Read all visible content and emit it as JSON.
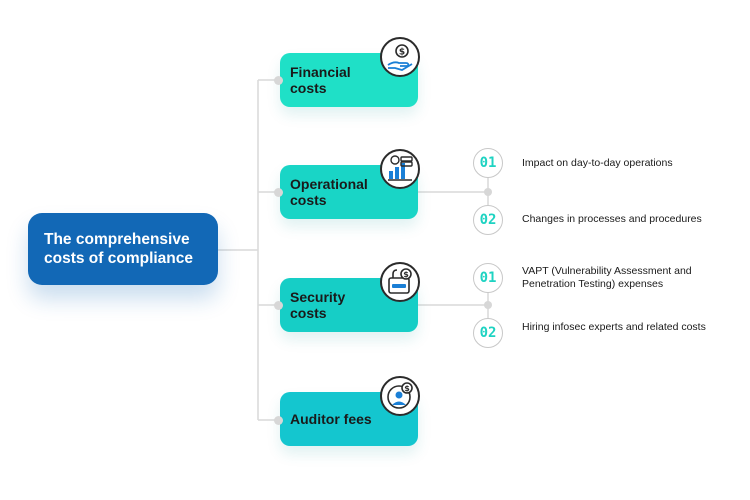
{
  "root": {
    "label": "The comprehensive costs of compliance"
  },
  "categories": [
    {
      "label": "Financial costs",
      "color": "#1fe0c7",
      "icon": "hand-coin-icon"
    },
    {
      "label": "Operational costs",
      "color": "#19d5c6",
      "icon": "server-chart-icon"
    },
    {
      "label": "Security costs",
      "color": "#16cec6",
      "icon": "dollar-lock-icon"
    },
    {
      "label": "Auditor fees",
      "color": "#14c6cf",
      "icon": "auditor-dollar-icon"
    }
  ],
  "operational_details": [
    {
      "num": "01",
      "text": "Impact on day-to-day operations"
    },
    {
      "num": "02",
      "text": "Changes in processes and procedures"
    }
  ],
  "security_details": [
    {
      "num": "01",
      "text": "VAPT (Vulnerability Assessment and Penetration Testing) expenses"
    },
    {
      "num": "02",
      "text": "Hiring infosec experts and related costs"
    }
  ]
}
